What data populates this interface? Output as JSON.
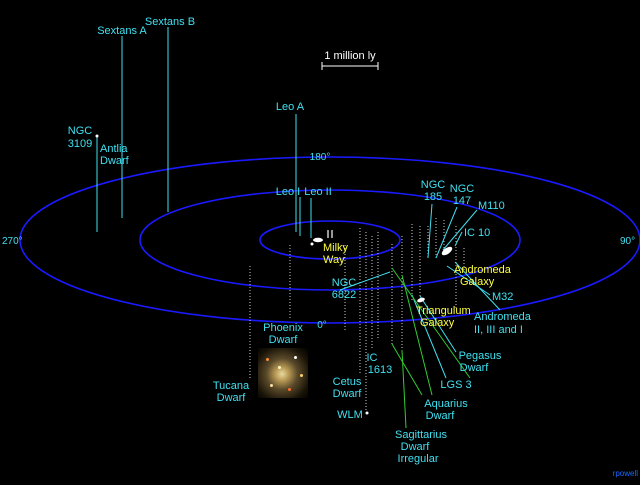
{
  "scale_bar": {
    "label": "1 million ly"
  },
  "axis_degrees": {
    "top": "180°",
    "bottom": "0°",
    "left": "270°",
    "right": "90°"
  },
  "galaxies": {
    "sextans_a": "Sextans A",
    "sextans_b": "Sextans B",
    "ngc_3109": [
      "NGC",
      "3109"
    ],
    "antlia": [
      "Antlia",
      "Dwarf"
    ],
    "leo_a": "Leo A",
    "leo_i": "Leo I",
    "leo_ii": "Leo II",
    "milky_way": [
      "Milky",
      "Way"
    ],
    "ngc_185": [
      "NGC",
      "185"
    ],
    "ngc_147": [
      "NGC",
      "147"
    ],
    "m110": "M110",
    "ic_10": "IC 10",
    "andromeda": [
      "Andromeda",
      "Galaxy"
    ],
    "m32": "M32",
    "andromeda_123": [
      "Andromeda",
      "II, III and I"
    ],
    "triangulum": [
      "Triangulum",
      "Galaxy"
    ],
    "ngc_6822": [
      "NGC",
      "6822"
    ],
    "phoenix": [
      "Phoenix",
      "Dwarf"
    ],
    "tucana": [
      "Tucana",
      "Dwarf"
    ],
    "ic_1613": [
      "IC",
      "1613"
    ],
    "cetus": [
      "Cetus",
      "Dwarf"
    ],
    "wlm": "WLM",
    "pegasus": [
      "Pegasus",
      "Dwarf"
    ],
    "lgs_3": "LGS 3",
    "aquarius": [
      "Aquarius",
      "Dwarf"
    ],
    "sagittarius_irr": [
      "Sagittarius",
      "Dwarf",
      "Irregular"
    ]
  },
  "credit": "rpowell",
  "colors": {
    "background": "#000000",
    "orbit": "#1a1aff",
    "label": "#40e0f0",
    "highlight": "#ffff40",
    "stalk": "#40e0f0",
    "green_stalk": "#33cc33",
    "white": "#ffffff"
  }
}
